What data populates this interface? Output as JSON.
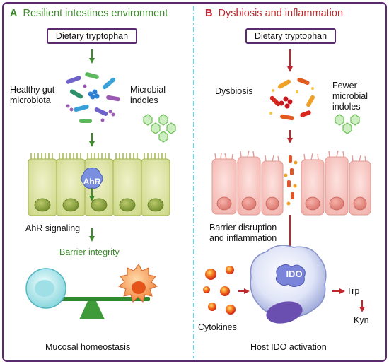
{
  "colors": {
    "frame": "#5b2a6e",
    "divider": "#48c4cf",
    "panel_a_accent": "#3d8b2d",
    "panel_b_accent": "#c0262d"
  },
  "panel_a": {
    "letter": "A",
    "title": "Resilient intestines environment",
    "input_box": "Dietary tryptophan",
    "microbiota_label": "Healthy gut microbiota",
    "indoles_label": "Microbial indoles",
    "receptor_label": "AhR",
    "signaling_label": "AhR signaling",
    "outcome_label": "Barrier integrity",
    "bottom_label": "Mucosal homeostasis"
  },
  "panel_b": {
    "letter": "B",
    "title": "Dysbiosis and inflammation",
    "input_box": "Dietary tryptophan",
    "dysbiosis_label": "Dysbiosis",
    "indoles_label": "Fewer microbial indoles",
    "barrier_label": "Barrier disruption and inflammation",
    "enzyme_label": "IDO",
    "product_trp": "Trp",
    "product_kyn": "Kyn",
    "cytokines_label": "Cytokines",
    "bottom_label": "Host IDO activation"
  }
}
